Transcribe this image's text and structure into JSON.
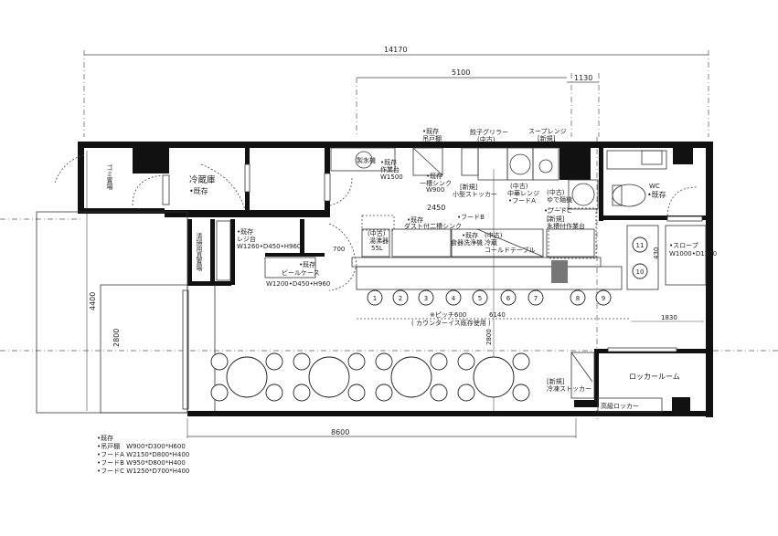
{
  "dimensions": {
    "total_width": "14170",
    "kitchen_width": "5100",
    "wc_width": "1130",
    "kitchen_depth": "2450",
    "overall_depth": "4400",
    "seating_depth_left": "2800",
    "seating_depth_center": "2800",
    "counter_length": "6140",
    "right_width": "1830",
    "seating_width": "8600",
    "door_width": "700",
    "seat_10_11_spacing": "430"
  },
  "rooms": {
    "toilet_store": "ゴミ置場",
    "refrigerator_room": "冷蔵庫",
    "refrigerator_note": "•既存",
    "cleaning_storage": "清掃用具置場",
    "wc": "WC",
    "wc_note": "•既存",
    "locker_room": "ロッカールーム"
  },
  "equipment": {
    "register_note": "•既存",
    "register": "レジ台",
    "register_size": "W1260•D450•H960",
    "beer_case_note": "•既存",
    "beer_case": "ビールケース",
    "beer_case_size": "W1200•D450•H960",
    "ice_maker": "製氷機",
    "work_table_note": "•既存",
    "work_table": "作業台",
    "work_table_size": "W1500",
    "cabinet_note": "•既存",
    "cabinet": "吊戸棚",
    "sink_note": "•既存",
    "sink": "一槽シンク",
    "sink_size": "W900",
    "gyoza_griller": "餃子グリラー",
    "gyoza_note": "(中古)",
    "soup_range": "スープレンジ",
    "soup_note": "[新規]",
    "small_stocker_note": "[新規]",
    "small_stocker": "小型ストッカー",
    "middle_range_note": "(中古)",
    "middle_range": "中華レンジ",
    "hood_a": "•フードA",
    "boiler_note": "(中古)",
    "boiler": "ゆで麺機",
    "hood_c": "•フードC",
    "hood_b": "•フードB",
    "prep_table_note": "[新規]",
    "prep_table": "水槽付作業台",
    "water_heater_note": "(中古)",
    "water_heater": "湯沸器",
    "water_heater_size": "55L",
    "dust_sink_note": "•既存",
    "dust_sink": "ダスト付二槽シンク",
    "dishwasher_note": "•既存",
    "dishwasher": "食器洗浄機",
    "cold_table_note": "(中古)",
    "cold_table_type": "冷蔵",
    "cold_table": "コールドテーブル",
    "slope_note": "•スロープ",
    "slope_size": "W1000•D1250",
    "pitch_note": "※ピッチ600",
    "counter_chairs": "( カウンターイス既存使用 )",
    "freezer_stocker_note": "[新規]",
    "freezer_stocker": "冷凍ストッカー",
    "high_locker": "高級ロッカー"
  },
  "counter_seats": [
    "1",
    "2",
    "3",
    "4",
    "5",
    "6",
    "7",
    "8",
    "9"
  ],
  "side_seats": [
    "11",
    "10"
  ],
  "legend": [
    "•既存",
    "•吊戸棚　W900*D300*H600",
    "•フードA W2150*D800*H400",
    "•フードB W950*D800*H400",
    "•フードC W1250*D700*H400"
  ]
}
